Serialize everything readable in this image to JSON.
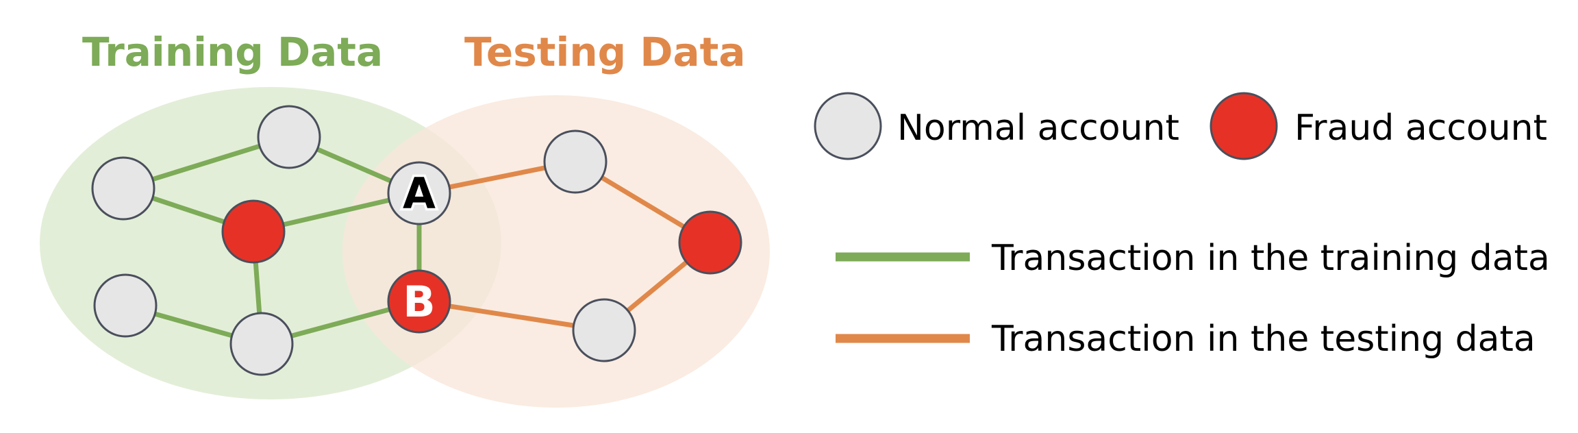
{
  "titles": {
    "training": "Training Data",
    "testing": "Testing Data"
  },
  "legend": {
    "normal": "Normal account",
    "fraud": "Fraud account",
    "train_edge": "Transaction in the training data",
    "test_edge": "Transaction in the testing data"
  },
  "node_labels": {
    "a": "A",
    "b": "B"
  },
  "colors": {
    "training": "#7dab57",
    "testing": "#e0884a",
    "training_fill": "#e3eed8",
    "testing_fill": "#f8e7da",
    "normal_node": "#e6e6e6",
    "fraud_node": "#e63226",
    "node_stroke": "#4a4f5c"
  }
}
